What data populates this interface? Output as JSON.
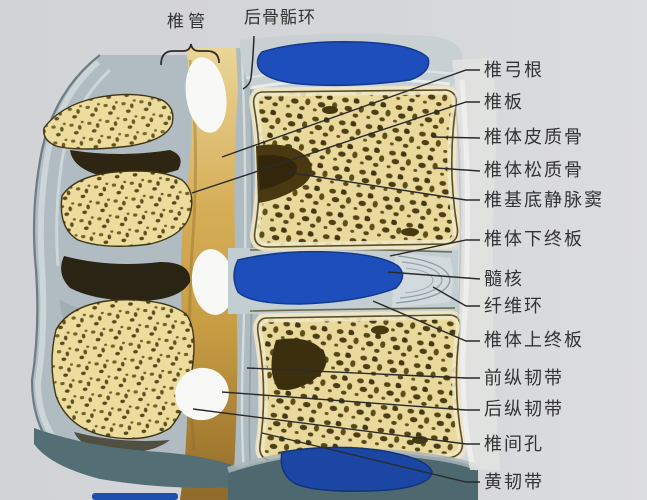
{
  "top_labels": {
    "spinal_canal": "椎管",
    "posterior_epiphyseal_ring": "后骨骺环"
  },
  "side_labels": {
    "pedicle": "椎弓根",
    "lamina": "椎板",
    "cortical_bone": "椎体皮质骨",
    "cancellous_bone": "椎体松质骨",
    "basivertebral_sinus": "椎基底静脉窦",
    "inferior_endplate": "椎体下终板",
    "nucleus_pulposus": "髓核",
    "annulus_fibrosus": "纤维环",
    "superior_endplate": "椎体上终板",
    "anterior_longitudinal_ligament": "前纵韧带",
    "posterior_longitudinal_ligament": "后纵韧带",
    "intervertebral_foramen": "椎间孔",
    "ligamentum_flavum": "黄韧带"
  },
  "colors": {
    "background_paper": "#d5d6d9",
    "nucleus_blue": "#1e4ebc",
    "bone_cream": "#e9d99c",
    "cortical_pale": "#efe7c6",
    "trabecular_dark": "#4a3b10",
    "canal_gold": "#c9a24a",
    "ligament_gray": "#b3bec3",
    "annulus_gray": "#c3ced2",
    "shadow_teal": "#4e6870",
    "leader_line": "#2b2b2b",
    "label_text": "#333333"
  }
}
